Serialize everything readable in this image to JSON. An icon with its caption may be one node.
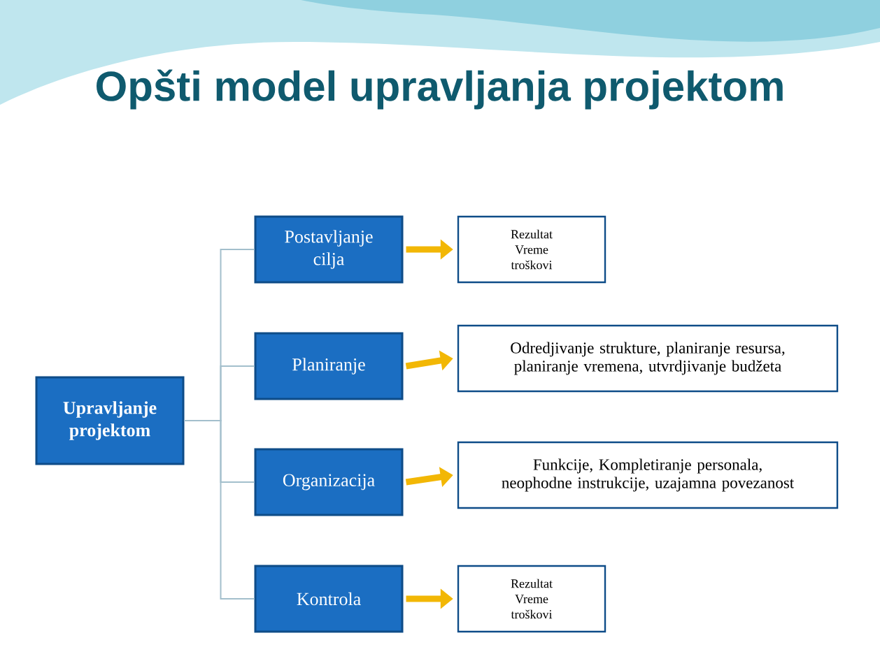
{
  "diagram": {
    "title": "Opšti model upravljanja projektom",
    "nodes": [
      {
        "text": [
          "Upravljanje projektom"
        ]
      },
      {
        "text": [
          "Postavljanje cilja"
        ]
      },
      {
        "text": [
          "Rezultat Vreme troškovi"
        ]
      },
      {
        "text": [
          "Planiranje"
        ]
      },
      {
        "text": [
          "Odredjivanje strukture, planiranje resursa, planiranje vremena, utvrdjivanje budžeta"
        ]
      },
      {
        "text": [
          "Organizacija"
        ]
      },
      {
        "text": [
          "Funkcije, Kompletiranje personala, neophodne instrukcije, uzajamna povezanost"
        ]
      },
      {
        "text": [
          "Kontrola"
        ]
      },
      {
        "text": [
          "Rezultat Vreme troškovi"
        ]
      }
    ],
    "edges": [
      {
        "from": 0,
        "to": 1,
        "arrow": "none"
      },
      {
        "from": 0,
        "to": 3,
        "arrow": "none"
      },
      {
        "from": 0,
        "to": 5,
        "arrow": "none"
      },
      {
        "from": 0,
        "to": 7,
        "arrow": "none"
      },
      {
        "from": 1,
        "to": 2,
        "arrow": "to",
        "style": "thick",
        "color": "#f2b705"
      },
      {
        "from": 3,
        "to": 4,
        "arrow": "to",
        "style": "thick",
        "color": "#f2b705"
      },
      {
        "from": 5,
        "to": 6,
        "arrow": "to",
        "style": "thick",
        "color": "#f2b705"
      },
      {
        "from": 7,
        "to": 8,
        "arrow": "to",
        "style": "thick",
        "color": "#f2b705"
      }
    ]
  }
}
